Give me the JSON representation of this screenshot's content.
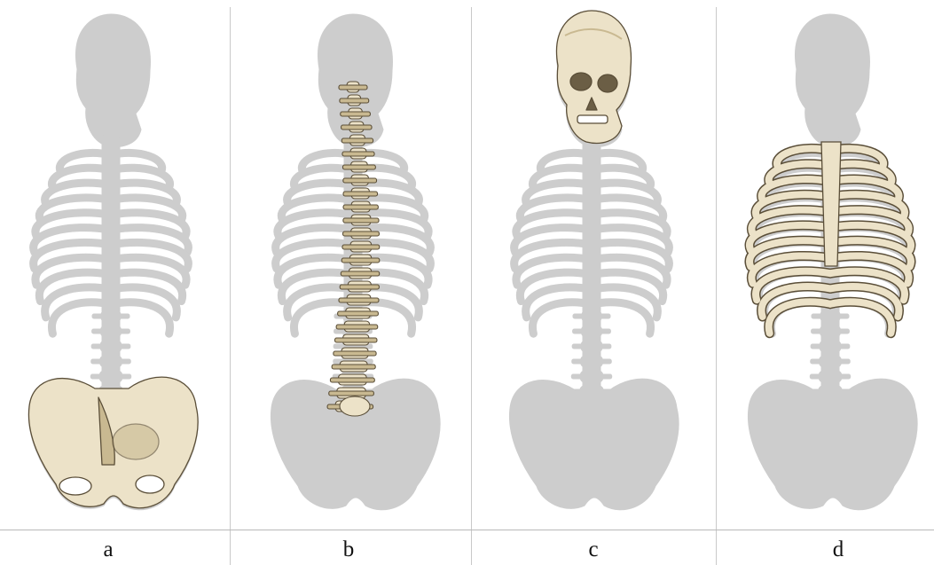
{
  "colors": {
    "silhouette": "#cdcdcd",
    "bone_fill": "#ece2c8",
    "bone_shade": "#c9b991",
    "bone_outline": "#5a4e38",
    "separator": "#c9c9c9"
  },
  "panels": [
    {
      "label": "a",
      "highlight": "pelvis"
    },
    {
      "label": "b",
      "highlight": "spine"
    },
    {
      "label": "c",
      "highlight": "skull"
    },
    {
      "label": "d",
      "highlight": "ribcage"
    }
  ]
}
